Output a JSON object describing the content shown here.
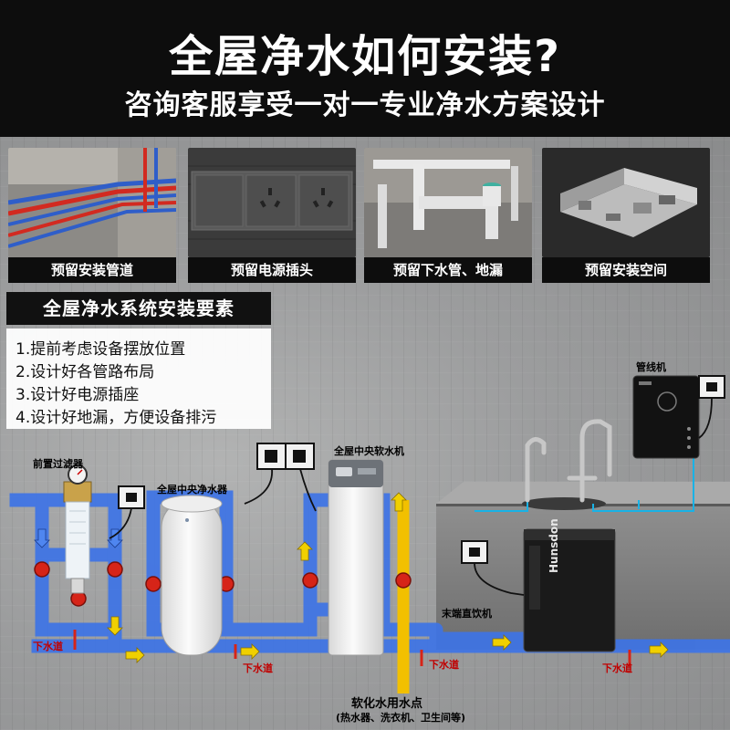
{
  "header": {
    "title": "全屋净水如何安装?",
    "subtitle": "咨询客服享受一对一专业净水方案设计"
  },
  "prep_cards": [
    {
      "caption": "预留安装管道",
      "icon": "pipes-photo"
    },
    {
      "caption": "预留电源插头",
      "icon": "power-socket-photo"
    },
    {
      "caption": "预留下水管、地漏",
      "icon": "drain-pipe-photo"
    },
    {
      "caption": "预留安装空间",
      "icon": "space-layout-photo"
    }
  ],
  "elements_panel": {
    "heading": "全屋净水系统安装要素",
    "items": [
      "1.提前考虑设备摆放位置",
      "2.设计好各管路布局",
      "3.设计好电源插座",
      "4.设计好地漏，方便设备排污"
    ]
  },
  "devices": {
    "prefilter": "前置过滤器",
    "central_purifier": "全屋中央净水器",
    "central_softener": "全屋中央软水机",
    "pipeline_machine": "管线机",
    "terminal_dispenser": "末端直饮机",
    "dispenser_brand": "Hunsdon"
  },
  "drain_label": "下水道",
  "soft_water": {
    "title": "软化水用水点",
    "detail": "(热水器、洗衣机、卫生间等)"
  },
  "colors": {
    "pipe_blue": "#3e74e6",
    "valve_red": "#d62418",
    "soft_pipe_yellow": "#f2c000",
    "header_bg": "#0d0d0d",
    "drain_red": "#c00000"
  }
}
